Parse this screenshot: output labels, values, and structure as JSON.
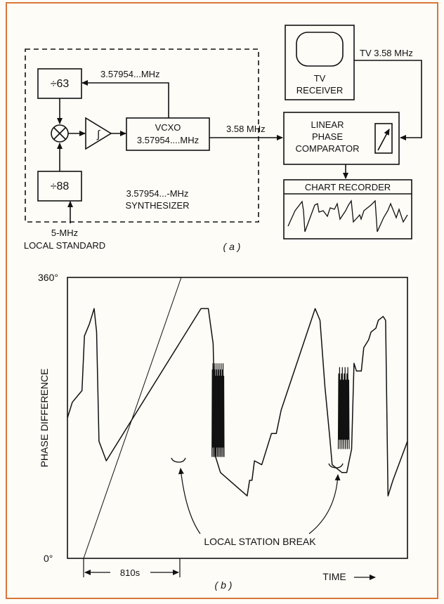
{
  "block_diagram": {
    "div63": "÷63",
    "div88": "÷88",
    "integrator_symbol": "∫",
    "vcxo_line1": "VCXO",
    "vcxo_line2": "3.57954....MHz",
    "feedback_freq": "3.57954...MHz",
    "synth_line1": "3.57954...-MHz",
    "synth_line2": "SYNTHESIZER",
    "local_std_line1": "5-MHz",
    "local_std_line2": "LOCAL STANDARD",
    "output_freq": "3.58 MHz",
    "tv_line1": "TV",
    "tv_line2": "RECEIVER",
    "tv_signal": "TV 3.58 MHz",
    "comparator_line1": "LINEAR",
    "comparator_line2": "PHASE",
    "comparator_line3": "COMPARATOR",
    "chart_recorder": "CHART RECORDER",
    "caption": "( a )"
  },
  "chart": {
    "y_axis_label": "PHASE DIFFERENCE",
    "y_top_label": "360°",
    "y_bottom_label": "0°",
    "x_axis_label": "TIME",
    "arrow_glyph": "⟶",
    "interval_label": "810s",
    "annotation": "LOCAL STATION BREAK",
    "caption": "( b )"
  },
  "chart_data": {
    "type": "line",
    "ylabel": "PHASE DIFFERENCE",
    "xlabel": "TIME",
    "ylim": [
      0,
      360
    ],
    "y_ticks": [
      "0°",
      "360°"
    ],
    "annotations": [
      "810s",
      "LOCAL STATION BREAK"
    ],
    "series": [
      {
        "values": [
          [
            0,
            180
          ],
          [
            2,
            200
          ],
          [
            6,
            215
          ],
          [
            7,
            285
          ],
          [
            9,
            300
          ],
          [
            11,
            320
          ],
          [
            12,
            290
          ],
          [
            13,
            150
          ],
          [
            16,
            125
          ],
          [
            55,
            320
          ],
          [
            58,
            320
          ],
          [
            60,
            275
          ],
          [
            61,
            130
          ],
          [
            63,
            110
          ],
          [
            74,
            80
          ],
          [
            75,
            100
          ],
          [
            76,
            100
          ],
          [
            77,
            125
          ],
          [
            80,
            120
          ],
          [
            84,
            160
          ],
          [
            86,
            160
          ],
          [
            88,
            190
          ],
          [
            102,
            320
          ],
          [
            104,
            305
          ],
          [
            106,
            220
          ],
          [
            108,
            155
          ],
          [
            109,
            120
          ],
          [
            113,
            110
          ],
          [
            115,
            110
          ],
          [
            117,
            140
          ],
          [
            118,
            250
          ],
          [
            119,
            240
          ],
          [
            121,
            240
          ],
          [
            122,
            270
          ],
          [
            124,
            280
          ],
          [
            125,
            290
          ],
          [
            127,
            295
          ],
          [
            128,
            305
          ],
          [
            130,
            310
          ],
          [
            131,
            305
          ],
          [
            132,
            80
          ],
          [
            134,
            100
          ],
          [
            140,
            150
          ]
        ]
      }
    ]
  }
}
